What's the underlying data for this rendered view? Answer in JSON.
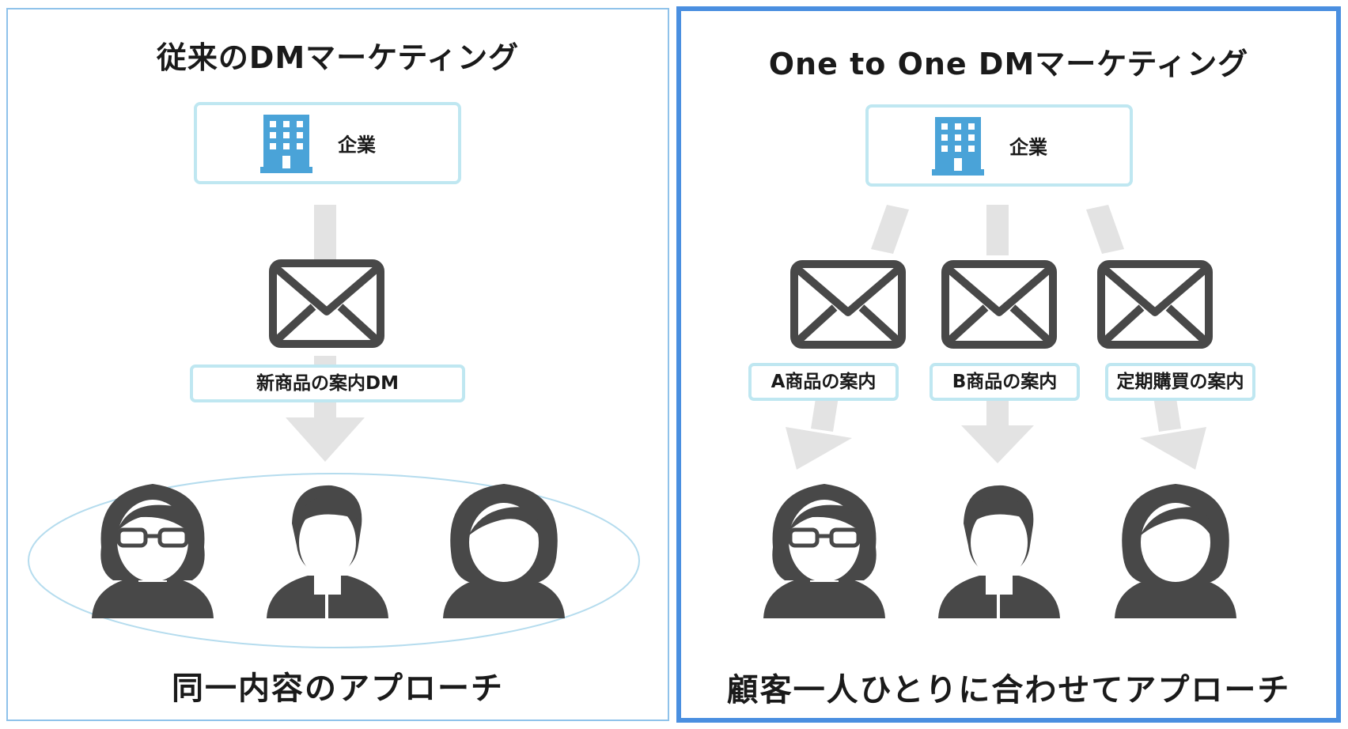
{
  "left": {
    "title": "従来のDMマーケティング",
    "company_label": "企業",
    "dm_label": "新商品の案内DM",
    "footer": "同一内容のアプローチ"
  },
  "right": {
    "title": "One to One DMマーケティング",
    "company_label": "企業",
    "dm_labels": [
      "A商品の案内",
      "B商品の案内",
      "定期購買の案内"
    ],
    "footer": "顧客一人ひとりに合わせてアプローチ"
  },
  "colors": {
    "left_border": "#8fc2ea",
    "right_border": "#4a8fe0",
    "box_border": "#bfe7f1",
    "building": "#4aa3d8",
    "icon_dark": "#484848",
    "arrow": "#e3e3e3",
    "ellipse": "#b5dcee"
  },
  "icons": [
    "building-icon",
    "envelope-icon",
    "person-icon"
  ]
}
